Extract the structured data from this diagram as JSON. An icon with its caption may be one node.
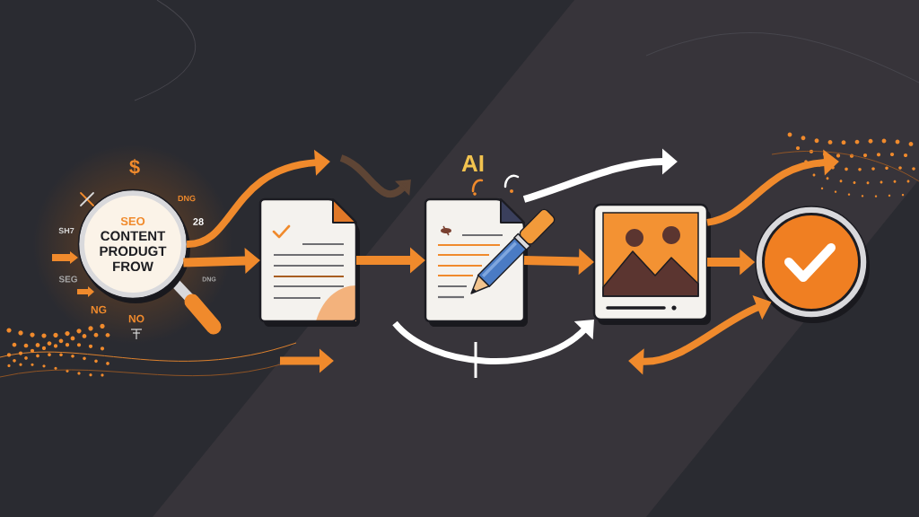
{
  "diagram": {
    "nodes": [
      {
        "text": [
          "SEO",
          "CONTENT PRODUGT FROW"
        ],
        "beside": [
          "$",
          "DNG",
          "SH7",
          "28",
          "SEG",
          "DNG",
          "NG",
          "NO"
        ]
      },
      {
        "text": [],
        "shape": "picture"
      },
      {
        "text": [],
        "shape": "picture",
        "beside": [
          "AI"
        ]
      },
      {
        "text": [],
        "shape": "picture"
      },
      {
        "text": [],
        "shape": "circle"
      }
    ],
    "edges": [
      {
        "from": 0,
        "to": 1,
        "arrow": "to"
      },
      {
        "from": 1,
        "to": 2,
        "arrow": "to"
      },
      {
        "from": 2,
        "to": 3,
        "arrow": "to"
      },
      {
        "from": 3,
        "to": 4,
        "arrow": "to"
      },
      {
        "from": 0,
        "to": null,
        "arrow": "to"
      },
      {
        "from": 2,
        "to": null,
        "arrow": "to",
        "color": "#ffffff"
      },
      {
        "from": null,
        "to": 3,
        "arrow": "to",
        "color": "#ffffff"
      },
      {
        "from": 3,
        "to": null,
        "arrow": "to"
      },
      {
        "from": null,
        "to": 4,
        "arrow": "both"
      }
    ]
  }
}
